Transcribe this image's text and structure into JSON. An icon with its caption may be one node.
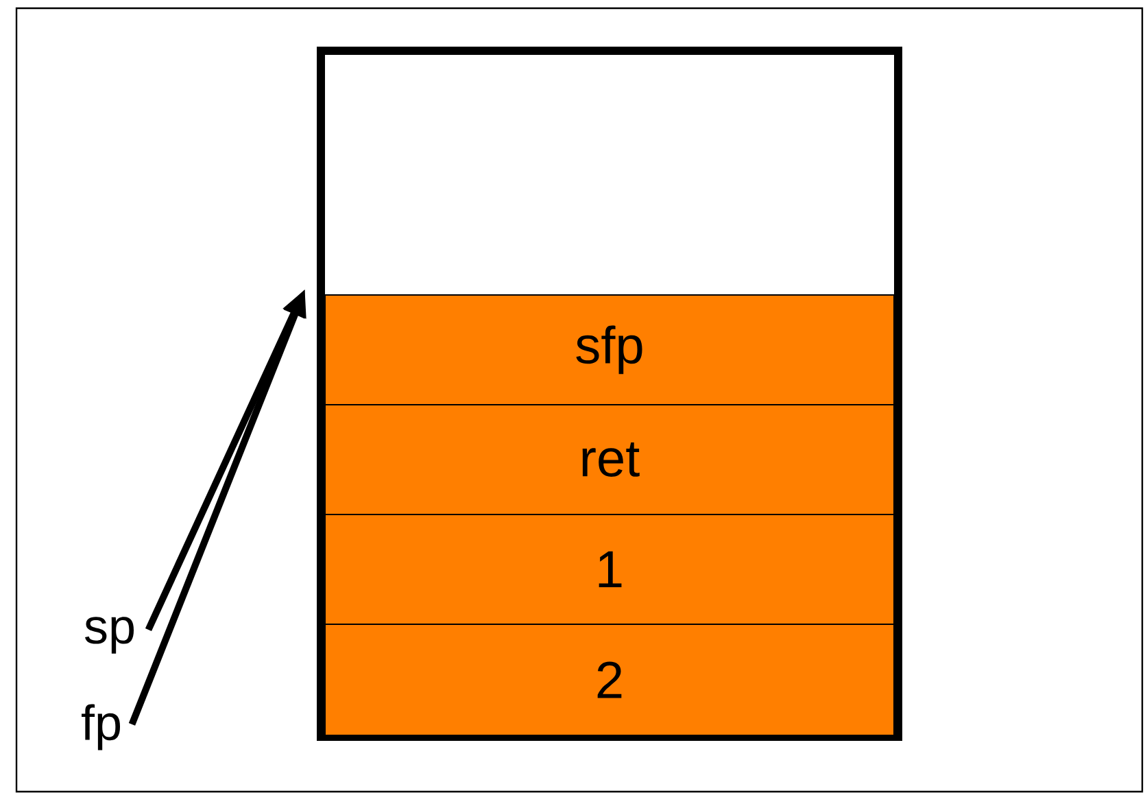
{
  "diagram": {
    "nodes": [
      {
        "text": [],
        "shape": "box"
      },
      {
        "text": [
          "sfp"
        ],
        "in": 0
      },
      {
        "text": [
          "ret"
        ],
        "in": 0
      },
      {
        "text": [
          "1"
        ],
        "in": 0
      },
      {
        "text": [
          "2"
        ],
        "in": 0
      },
      {
        "text": [
          "sp"
        ]
      },
      {
        "text": [
          "fp"
        ]
      }
    ],
    "edges": [
      {
        "from": 5,
        "to": 1,
        "arrow": "to"
      },
      {
        "from": 6,
        "to": 1,
        "arrow": "to"
      }
    ]
  }
}
